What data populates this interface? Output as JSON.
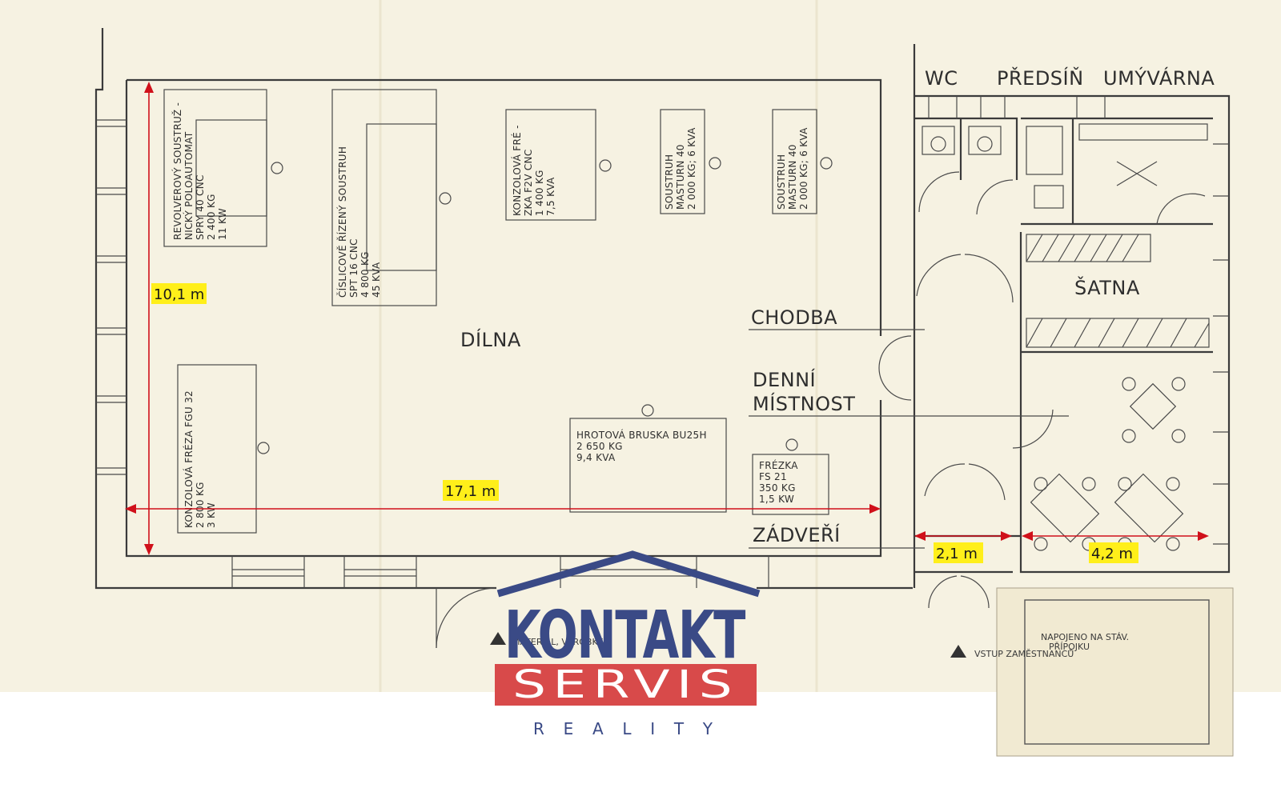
{
  "rooms": {
    "dilna": "DÍLNA",
    "chodba": "CHODBA",
    "denni_1": "DENNÍ",
    "denni_2": "MÍSTNOST",
    "zadveri": "ZÁDVEŘÍ",
    "wc": "WC",
    "predsin": "PŘEDSÍŇ",
    "umyvarna": "UMÝVÁRNA",
    "satna": "ŠATNA"
  },
  "machines": {
    "revolver": [
      "REVOLVEROVÝ SOUSTRUŽ -",
      "NICKÝ POLOAUTOMAT",
      "SPRY 40 CNC",
      "2 400 KG",
      "11 KW"
    ],
    "cislicove": [
      "ČÍSLICOVĚ ŘÍZENÝ SOUSTRUH",
      "SPT 16 CNC",
      "4 800 KG",
      "45 KVA"
    ],
    "konzolova_frez": [
      "KONZOLOVÁ FRÉ -",
      "ZKA F2V CNC",
      "1 400 KG",
      "7,5 KVA"
    ],
    "soustruh1": [
      "SOUSTRUH",
      "MASTURN 40",
      "2 000 KG; 6 KVA"
    ],
    "soustruh2": [
      "SOUSTRUH",
      "MASTURN 40",
      "2 000 KG; 6 KVA"
    ],
    "fgu": [
      "KONZOLOVÁ  FRÉZA FGU 32",
      "2 800 KG",
      "3 KW"
    ],
    "bruska": [
      "HROTOVÁ  BRUSKA  BU25H",
      "2 650 KG",
      "9,4 KVA"
    ],
    "frezka": [
      "FRÉZKA",
      "FS 21",
      "350 KG",
      "1,5 KW"
    ]
  },
  "notes": {
    "material": "MATERIÁL, VÝROBKY",
    "vstup": "VSTUP ZAMĚSTNANCŮ",
    "napojeno_1": "NAPOJENO NA STÁV.",
    "napojeno_2": "PŘÍPOJKU"
  },
  "dimensions": {
    "height": "10,1 m",
    "width": "17,1 m",
    "corridor": "2,1 m",
    "satna": "4,2 m"
  },
  "logo": {
    "top": "KONTAKT",
    "middle": "SERVIS",
    "bottom": "REALITY",
    "colors": {
      "navy": "#3a4a86",
      "red": "#d84a4a"
    }
  },
  "colors": {
    "paper": "#f6f2e2",
    "dimension_highlight": "#ffef1a",
    "dimension_line": "#d0101a"
  }
}
